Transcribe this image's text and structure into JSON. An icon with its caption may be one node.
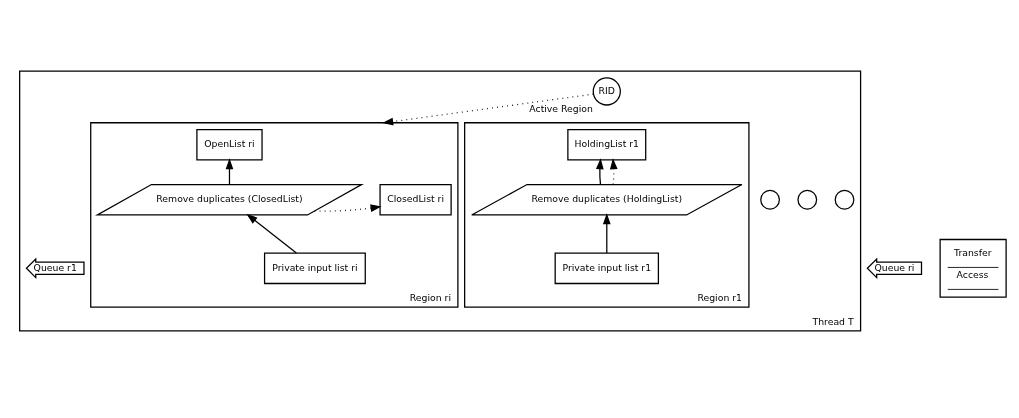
{
  "diagram": {
    "nodes": [
      {
        "text": [
          "Thread T"
        ]
      },
      {
        "text": [
          "RID"
        ],
        "beside": [
          "Active Region"
        ],
        "in": 0
      },
      {
        "text": [
          "Region r1"
        ],
        "in": 0
      },
      {
        "text": [
          "HoldingList r1"
        ],
        "in": 2
      },
      {
        "text": [
          "Remove duplicates (HoldingList)"
        ],
        "in": 2
      },
      {
        "text": [
          "Private input list r1"
        ],
        "in": 2
      },
      {
        "text": [
          "Queue r1"
        ],
        "in": 0
      },
      {
        "text": [],
        "shape": "circle",
        "in": 0
      },
      {
        "text": [],
        "shape": "circle",
        "in": 0
      },
      {
        "text": [],
        "shape": "circle",
        "in": 0
      },
      {
        "text": [
          "Region ri"
        ],
        "in": 0
      },
      {
        "text": [
          "OpenList ri"
        ],
        "in": 10
      },
      {
        "text": [
          "ClosedList ri"
        ],
        "in": 10
      },
      {
        "text": [
          "Remove duplicates (ClosedList)"
        ],
        "in": 10
      },
      {
        "text": [
          "Private input list ri"
        ],
        "in": 10
      },
      {
        "text": [
          "Queue ri"
        ]
      }
    ],
    "edges": [
      {
        "from": 1,
        "to": 10,
        "arrow": "to",
        "style": "dashed"
      },
      {
        "from": 4,
        "to": 3,
        "arrow": "to"
      },
      {
        "from": 4,
        "to": 3,
        "arrow": "to",
        "style": "dashed"
      },
      {
        "from": 5,
        "to": 4,
        "arrow": "to"
      },
      {
        "from": 13,
        "to": 11,
        "arrow": "to"
      },
      {
        "from": 13,
        "to": 12,
        "arrow": "to",
        "style": "dashed"
      },
      {
        "from": 14,
        "to": 13,
        "arrow": "to"
      }
    ],
    "legend": [
      {
        "text": "Transfer"
      },
      {
        "text": "Access"
      }
    ]
  }
}
